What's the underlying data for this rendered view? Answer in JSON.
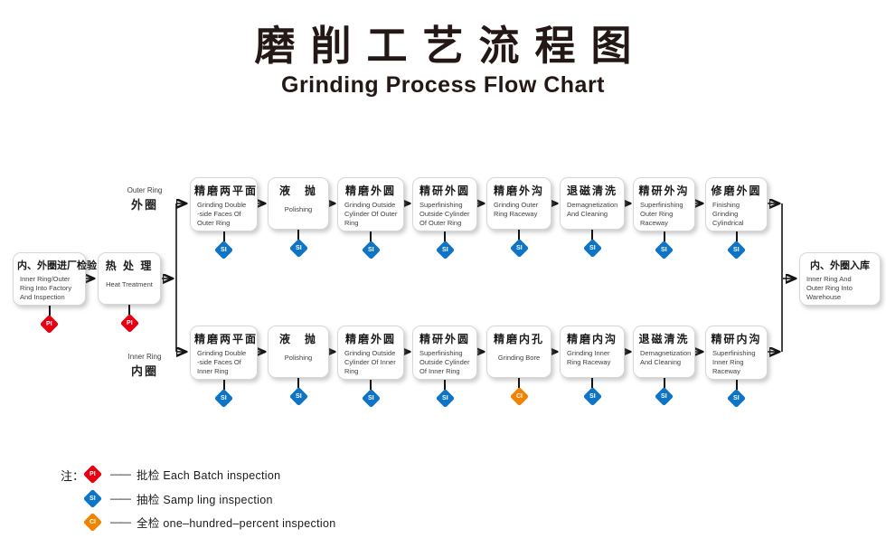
{
  "title": {
    "zh": "磨削工艺流程图",
    "en": "Grinding Process Flow Chart"
  },
  "markers": {
    "PI": {
      "label": "PI",
      "color": "#e60012",
      "meaning": "批检 Each Batch inspection"
    },
    "SI": {
      "label": "SI",
      "color": "#0e74c5",
      "meaning": "抽检 Samp ling inspection"
    },
    "CI": {
      "label": "CI",
      "color": "#f08300",
      "meaning": "全检 one–hundred–percent inspection"
    }
  },
  "branch_labels": {
    "outer": {
      "en": "Outer Ring",
      "zh": "外圈"
    },
    "inner": {
      "en": "Inner Ring",
      "zh": "内圈"
    }
  },
  "flow": {
    "start": {
      "zh": "内、外圈进厂检验",
      "en": "Inner Ring/Outer\nRing Into Factory\nAnd Inspection",
      "marker": "PI"
    },
    "heat": {
      "zh": "热 处 理",
      "en": "Heat Treatment",
      "marker": "PI"
    },
    "top_row": [
      {
        "zh": "精磨两平面",
        "en": "Grinding Double\n-side Faces Of\nOuter Ring",
        "marker": "SI"
      },
      {
        "zh": "液　抛",
        "en": "Polishing",
        "marker": "SI"
      },
      {
        "zh": "精磨外圆",
        "en": "Grinding Outside\nCylinder Of Outer\nRing",
        "marker": "SI"
      },
      {
        "zh": "精研外圆",
        "en": "Superfinishing\nOutside Cylinder\nOf Outer Ring",
        "marker": "SI"
      },
      {
        "zh": "精磨外沟",
        "en": "Grinding Outer\nRing Raceway",
        "marker": "SI"
      },
      {
        "zh": "退磁清洗",
        "en": "Demagnetization\nAnd Cleaning",
        "marker": "SI"
      },
      {
        "zh": "精研外沟",
        "en": "Superfinishing\nOuter Ring\nRaceway",
        "marker": "SI"
      },
      {
        "zh": "修磨外圆",
        "en": "Finishing Grinding\nCylindrical",
        "marker": "SI"
      }
    ],
    "bottom_row": [
      {
        "zh": "精磨两平面",
        "en": "Grinding Double\n-side Faces Of\nInner Ring",
        "marker": "SI"
      },
      {
        "zh": "液　抛",
        "en": "Polishing",
        "marker": "SI"
      },
      {
        "zh": "精磨外圆",
        "en": "Grinding Outside\nCylinder Of Inner\nRing",
        "marker": "SI"
      },
      {
        "zh": "精研外圆",
        "en": "Superfinishing\nOutside Cylinder\nOf Inner Ring",
        "marker": "SI"
      },
      {
        "zh": "精磨内孔",
        "en": "Grinding Bore",
        "marker": "CI"
      },
      {
        "zh": "精磨内沟",
        "en": "Grinding Inner\nRing Raceway",
        "marker": "SI"
      },
      {
        "zh": "退磁清洗",
        "en": "Demagnetization\nAnd Cleaning",
        "marker": "SI"
      },
      {
        "zh": "精研内沟",
        "en": "Superfinishing\nInner Ring\nRaceway",
        "marker": "SI"
      }
    ],
    "end": {
      "zh": "内、外圈入库",
      "en": "Inner Ring And\nOuter Ring Into\nWarehouse"
    }
  },
  "legend": {
    "note_label": "注：",
    "items": [
      {
        "marker": "PI",
        "dash": "——",
        "text": "批检 Each Batch inspection"
      },
      {
        "marker": "SI",
        "dash": "——",
        "text": "抽检 Samp ling inspection"
      },
      {
        "marker": "CI",
        "dash": "——",
        "text": "全检 one–hundred–percent inspection"
      }
    ]
  }
}
